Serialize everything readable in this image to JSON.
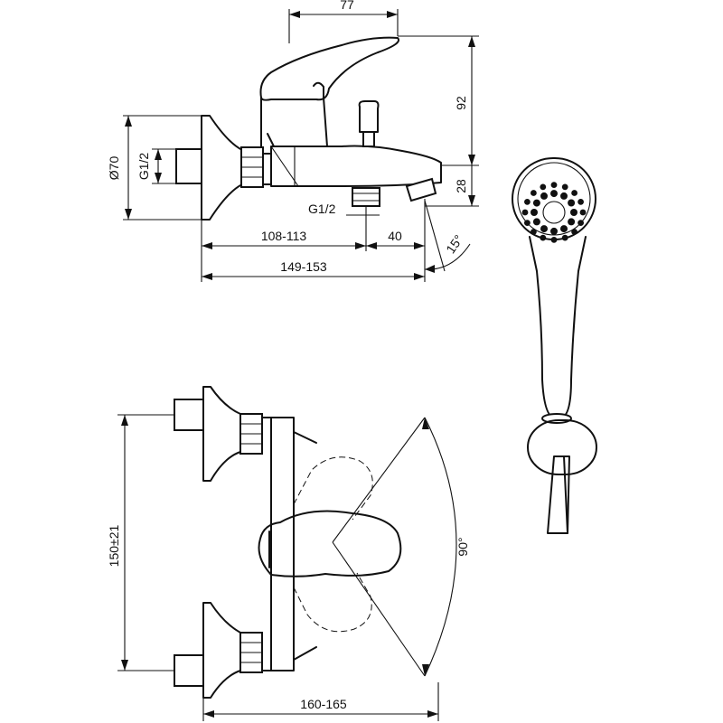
{
  "dimensions": {
    "spout_length": "77",
    "height_total": "92",
    "outlet_height": "28",
    "escutcheon_diameter": "Ø70",
    "inlet_thread": "G1/2",
    "outlet_thread": "G1/2",
    "wall_to_outlet": "108-113",
    "outlet_spacing": "40",
    "wall_to_tip": "149-153",
    "tilt_angle": "15°",
    "centers": "150±21",
    "rotation_angle": "90°",
    "front_depth": "160-165"
  },
  "colors": {
    "line": "#111111",
    "background": "#ffffff"
  }
}
